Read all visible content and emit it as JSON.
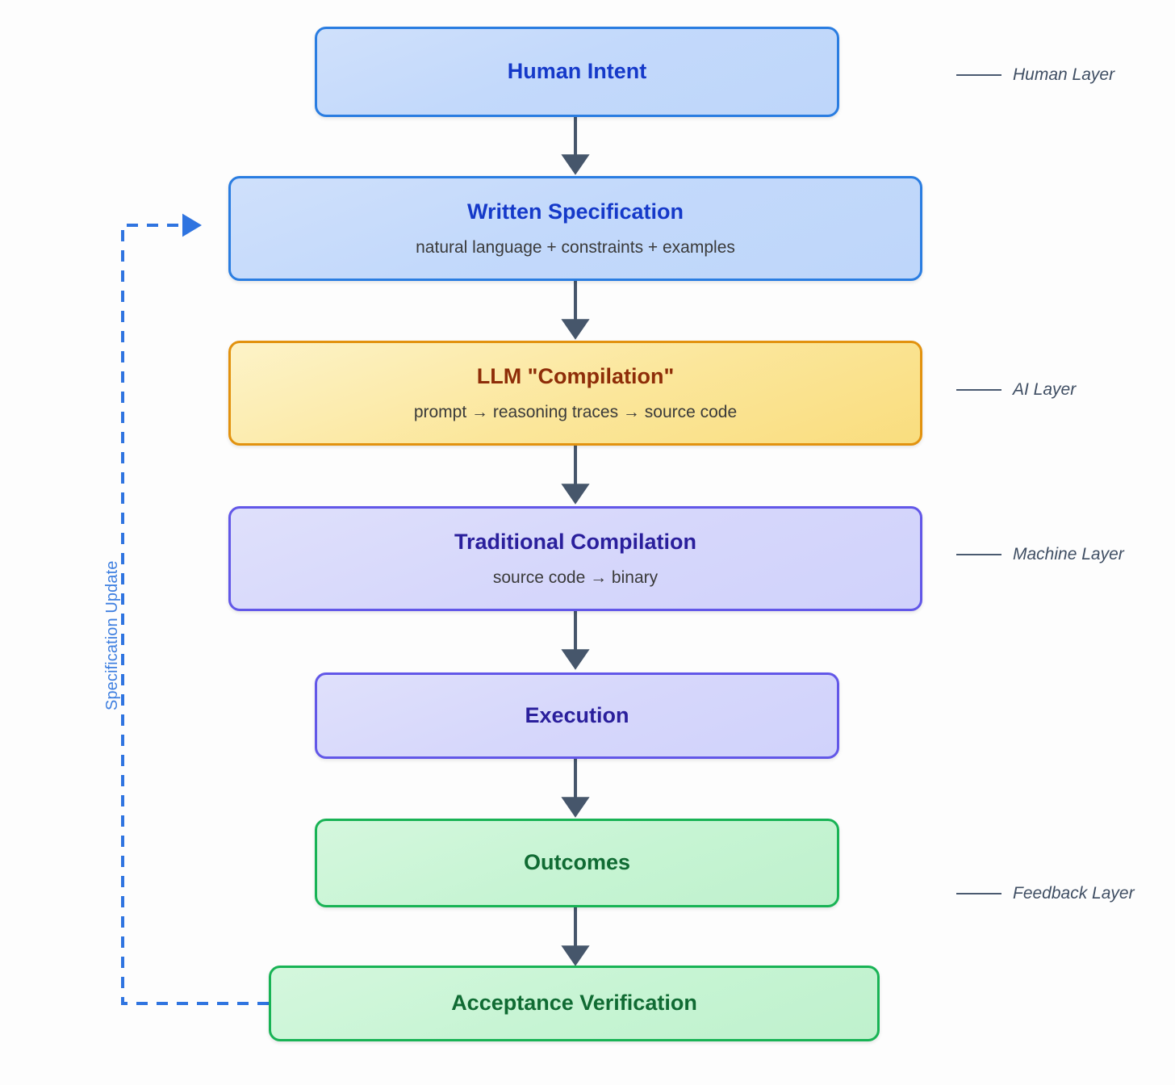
{
  "diagram": {
    "type": "flowchart",
    "orientation": "top-to-bottom",
    "nodes": [
      {
        "id": "human-intent",
        "title": "Human Intent",
        "subtitle": "",
        "layer": "Human Layer",
        "style": "blue",
        "border_color": "#2a7de1",
        "fill_color": "#c6dbfb",
        "text_color": "#1539c9"
      },
      {
        "id": "written-specification",
        "title": "Written Specification",
        "subtitle": "natural language + constraints + examples",
        "layer": "Human Layer",
        "style": "blue",
        "border_color": "#2a7de1",
        "fill_color": "#c6dbfb",
        "text_color": "#1539c9"
      },
      {
        "id": "llm-compilation",
        "title": "LLM \"Compilation\"",
        "subtitle": "prompt → reasoning traces → source code",
        "layer": "AI Layer",
        "style": "amber",
        "border_color": "#e2920f",
        "fill_color": "#fbe69a",
        "text_color": "#8e2d08"
      },
      {
        "id": "traditional-compilation",
        "title": "Traditional Compilation",
        "subtitle": "source code → binary",
        "layer": "Machine Layer",
        "style": "purple",
        "border_color": "#6257e8",
        "fill_color": "#d6d7fb",
        "text_color": "#2a1f9c"
      },
      {
        "id": "execution",
        "title": "Execution",
        "subtitle": "",
        "layer": "Machine Layer",
        "style": "purple",
        "border_color": "#6257e8",
        "fill_color": "#d6d7fb",
        "text_color": "#2a1f9c"
      },
      {
        "id": "outcomes",
        "title": "Outcomes",
        "subtitle": "",
        "layer": "Feedback Layer",
        "style": "green",
        "border_color": "#18b355",
        "fill_color": "#c6f4d3",
        "text_color": "#106b33"
      },
      {
        "id": "acceptance-verification",
        "title": "Acceptance Verification",
        "subtitle": "",
        "layer": "Feedback Layer",
        "style": "green",
        "border_color": "#18b355",
        "fill_color": "#c6f4d3",
        "text_color": "#106b33"
      }
    ],
    "edges": [
      {
        "from": "human-intent",
        "to": "written-specification",
        "style": "solid",
        "label": ""
      },
      {
        "from": "written-specification",
        "to": "llm-compilation",
        "style": "solid",
        "label": ""
      },
      {
        "from": "llm-compilation",
        "to": "traditional-compilation",
        "style": "solid",
        "label": ""
      },
      {
        "from": "traditional-compilation",
        "to": "execution",
        "style": "solid",
        "label": ""
      },
      {
        "from": "execution",
        "to": "outcomes",
        "style": "solid",
        "label": ""
      },
      {
        "from": "outcomes",
        "to": "acceptance-verification",
        "style": "solid",
        "label": ""
      },
      {
        "from": "acceptance-verification",
        "to": "written-specification",
        "style": "dashed",
        "label": "Specification Update"
      }
    ],
    "feedback_label": "Specification Update",
    "feedback_color": "#3e7fe0",
    "arrow_color": "#46566b"
  },
  "legend": {
    "items": [
      {
        "label": "Human Layer"
      },
      {
        "label": "AI Layer"
      },
      {
        "label": "Machine Layer"
      },
      {
        "label": "Feedback Layer"
      }
    ],
    "rule_color": "#4a5a70"
  }
}
